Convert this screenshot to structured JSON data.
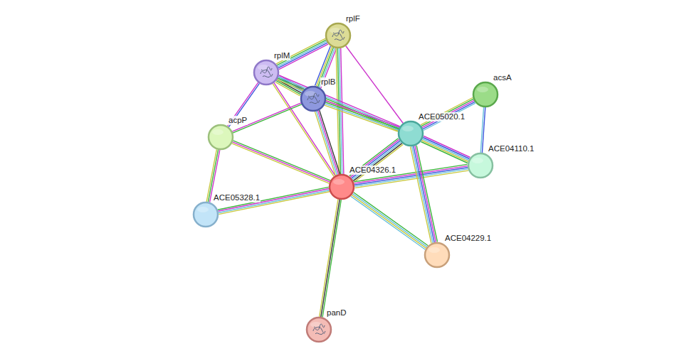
{
  "diagram": {
    "nodes": [
      {
        "text": [
          "rplF"
        ]
      },
      {
        "text": [
          "rplM"
        ]
      },
      {
        "text": [
          "rplB"
        ]
      },
      {
        "text": [
          "acsA"
        ]
      },
      {
        "text": [
          "acpP"
        ]
      },
      {
        "text": [
          "ACE05020.1"
        ]
      },
      {
        "text": [
          "ACE04110.1"
        ]
      },
      {
        "text": [
          "ACE04326.1"
        ]
      },
      {
        "text": [
          "ACE05328.1"
        ]
      },
      {
        "text": [
          "ACE04229.1"
        ]
      },
      {
        "text": [
          "panD"
        ]
      }
    ],
    "edges": [
      {
        "from": 0,
        "to": 1,
        "arrow": "none"
      },
      {
        "from": 0,
        "to": 2,
        "arrow": "none"
      },
      {
        "from": 0,
        "to": 7,
        "arrow": "none"
      },
      {
        "from": 0,
        "to": 5,
        "arrow": "none"
      },
      {
        "from": 1,
        "to": 2,
        "arrow": "none"
      },
      {
        "from": 1,
        "to": 4,
        "arrow": "none"
      },
      {
        "from": 1,
        "to": 7,
        "arrow": "none"
      },
      {
        "from": 1,
        "to": 5,
        "arrow": "none"
      },
      {
        "from": 2,
        "to": 4,
        "arrow": "none"
      },
      {
        "from": 2,
        "to": 7,
        "arrow": "none"
      },
      {
        "from": 2,
        "to": 5,
        "arrow": "none"
      },
      {
        "from": 4,
        "to": 8,
        "arrow": "none"
      },
      {
        "from": 4,
        "to": 7,
        "arrow": "none"
      },
      {
        "from": 8,
        "to": 7,
        "arrow": "none"
      },
      {
        "from": 7,
        "to": 5,
        "arrow": "none"
      },
      {
        "from": 7,
        "to": 6,
        "arrow": "none"
      },
      {
        "from": 7,
        "to": 9,
        "arrow": "none"
      },
      {
        "from": 7,
        "to": 10,
        "arrow": "none"
      },
      {
        "from": 5,
        "to": 3,
        "arrow": "none"
      },
      {
        "from": 5,
        "to": 6,
        "arrow": "none"
      },
      {
        "from": 5,
        "to": 9,
        "arrow": "none"
      },
      {
        "from": 3,
        "to": 6,
        "arrow": "none"
      }
    ]
  }
}
